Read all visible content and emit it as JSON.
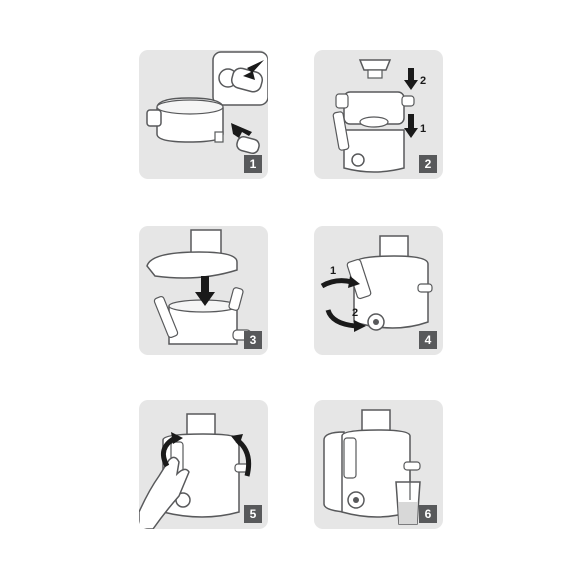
{
  "steps": [
    {
      "number": "1",
      "arrow_labels": []
    },
    {
      "number": "2",
      "arrow_labels": [
        "2",
        "1"
      ]
    },
    {
      "number": "3",
      "arrow_labels": []
    },
    {
      "number": "4",
      "arrow_labels": [
        "1",
        "2"
      ]
    },
    {
      "number": "5",
      "arrow_labels": []
    },
    {
      "number": "6",
      "arrow_labels": []
    }
  ],
  "colors": {
    "panel_bg": "#e6e6e6",
    "badge_bg": "#58595b",
    "line": "#58595b",
    "arrow": "#1a1a1a"
  }
}
